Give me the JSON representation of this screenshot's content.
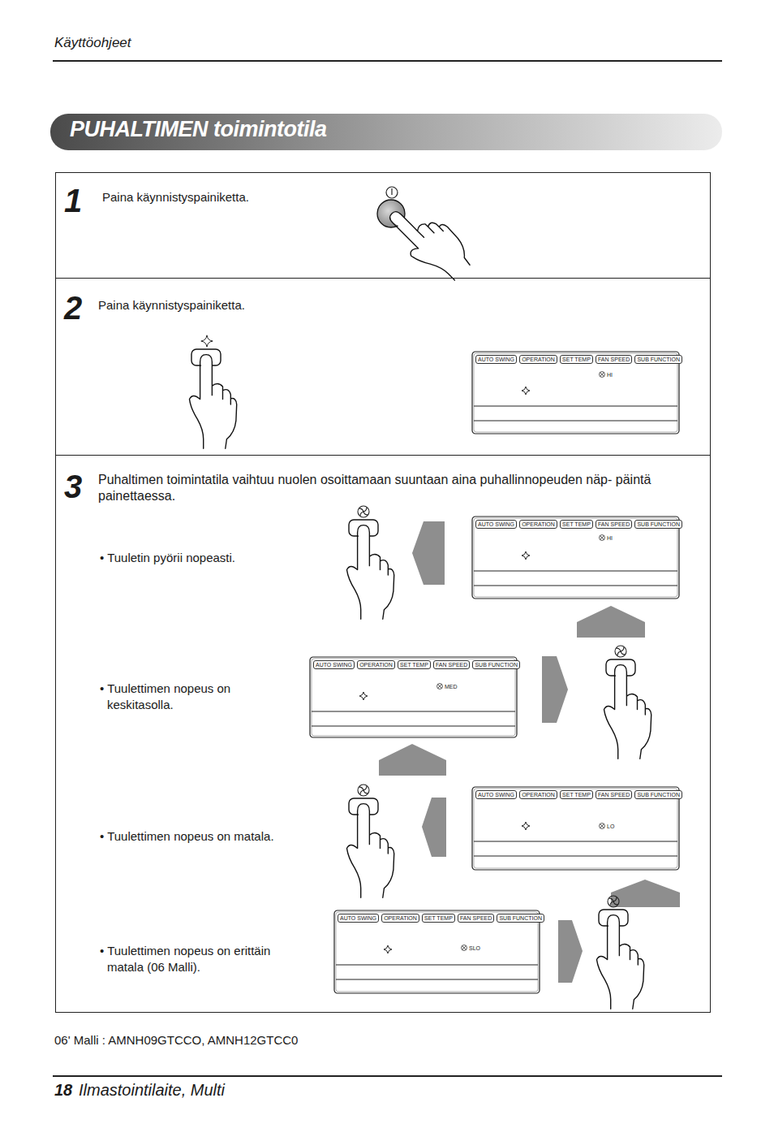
{
  "diagram": {
    "title": "PUHALTIMEN toimintotila",
    "nodes": [
      {
        "text": [
          "1",
          "Paina käynnistyspainiketta."
        ]
      },
      {
        "text": [
          "2",
          "Paina käynnistyspainiketta."
        ]
      },
      {
        "text": [
          "AUTO SWING",
          "OPERATION",
          "SET TEMP",
          "FAN SPEED",
          "SUB FUNCTION",
          "HI"
        ],
        "in": 1
      },
      {
        "text": [
          "3",
          "Puhaltimen toimintatila vaihtuu nuolen osoittamaan suuntaan aina puhallinnopeuden näp- päintä painettaessa.",
          "• Tuuletin pyörii nopeasti.",
          "• Tuulettimen nopeus on keskitasolla.",
          "• Tuulettimen nopeus on matala.",
          "• Tuulettimen nopeus on erittäin matala (06 Malli)."
        ]
      },
      {
        "text": [
          "AUTO SWING",
          "OPERATION",
          "SET TEMP",
          "FAN SPEED",
          "SUB FUNCTION",
          "HI"
        ],
        "in": 3
      },
      {
        "text": [
          "AUTO SWING",
          "OPERATION",
          "SET TEMP",
          "FAN SPEED",
          "SUB FUNCTION",
          "MED"
        ],
        "in": 3
      },
      {
        "text": [
          "AUTO SWING",
          "OPERATION",
          "SET TEMP",
          "FAN SPEED",
          "SUB FUNCTION",
          "LO"
        ],
        "in": 3
      },
      {
        "text": [
          "AUTO SWING",
          "OPERATION",
          "SET TEMP",
          "FAN SPEED",
          "SUB FUNCTION",
          "SLO"
        ],
        "in": 3
      }
    ],
    "labels": [
      "Käyttöohjeet",
      "06' Malli : AMNH09GTCCO, AMNH12GTCC0",
      "18",
      "Ilmastointilaite, Multi"
    ]
  }
}
